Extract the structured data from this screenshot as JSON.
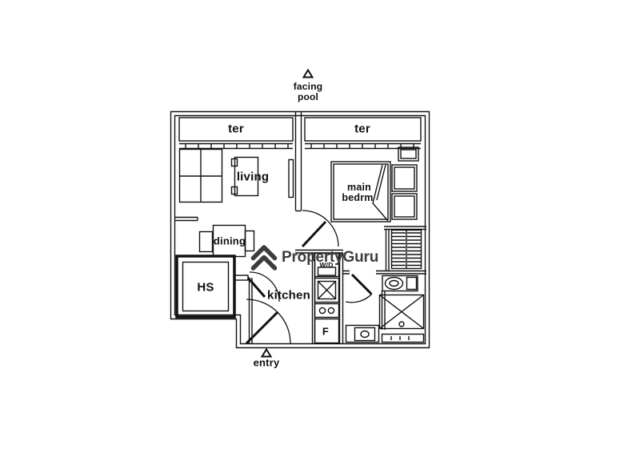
{
  "plan": {
    "orientation_markers": {
      "top_line1": "facing",
      "top_line2": "pool",
      "bottom": "entry"
    },
    "rooms": {
      "terrace_left": "ter",
      "terrace_right": "ter",
      "living": "living",
      "main_bedroom_line1": "main",
      "main_bedroom_line2": "bedrm",
      "dining": "dining",
      "household_shelter": "HS",
      "kitchen": "kitchen"
    },
    "appliances": {
      "washer_dryer": "W/D",
      "fridge": "F"
    },
    "watermark": {
      "brand": "PropertyGuru"
    },
    "colors": {
      "line": "#111111",
      "watermark": "#3d3d3d",
      "background": "#ffffff"
    }
  }
}
